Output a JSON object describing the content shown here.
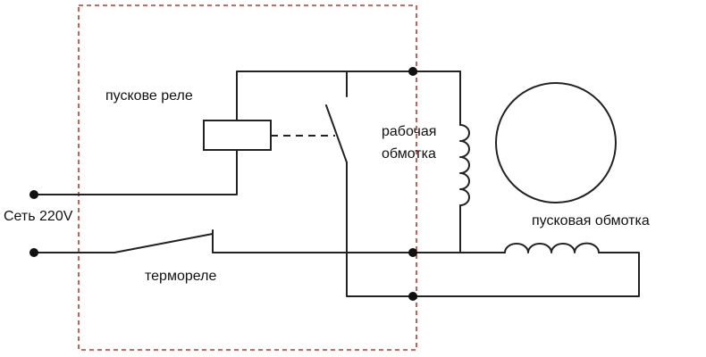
{
  "labels": {
    "start_relay": "пускове реле",
    "working_winding_line1": "рабочая",
    "working_winding_line2": "обмотка",
    "network": "Сеть 220V",
    "start_winding": "пусковая обмотка",
    "thermal_relay": "термореле"
  },
  "colors": {
    "wire": "#222222",
    "boundary_box": "#c0392b",
    "text": "#111111",
    "background": "#ffffff"
  }
}
